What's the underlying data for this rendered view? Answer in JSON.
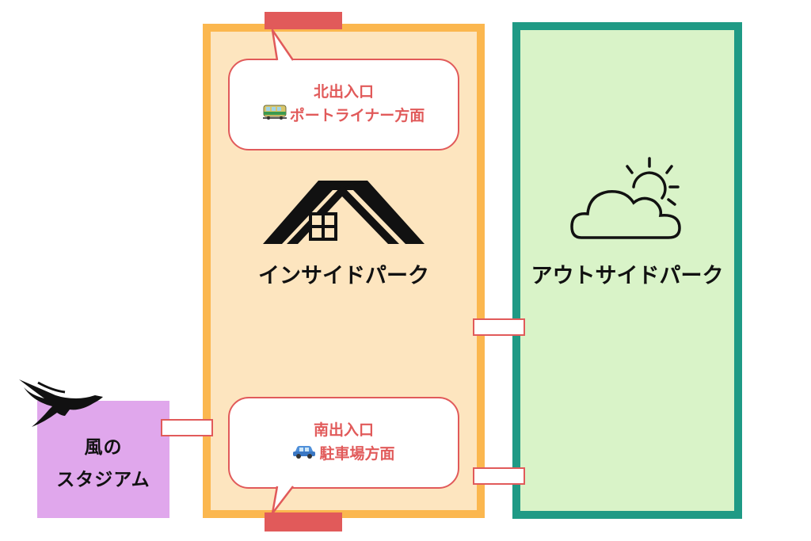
{
  "inside_park": {
    "label": "インサイドパーク",
    "fill_color": "#fde5bf",
    "border_color": "#fbb74f",
    "icon": "house-icon"
  },
  "outside_park": {
    "label": "アウトサイドパーク",
    "fill_color": "#d9f3c8",
    "border_color": "#1f9a85",
    "icon": "cloud-sun-icon"
  },
  "stadium": {
    "label_line1": "風の",
    "label_line2": "スタジアム",
    "fill_color": "#e0a7ec",
    "icon": "bird-icon"
  },
  "north_entrance": {
    "line1": "北出入口",
    "line2": "ポートライナー方面",
    "icon": "train-icon"
  },
  "south_entrance": {
    "line1": "南出入口",
    "line2": "駐車場方面",
    "icon": "car-icon"
  },
  "accent_color": "#e15a5a"
}
